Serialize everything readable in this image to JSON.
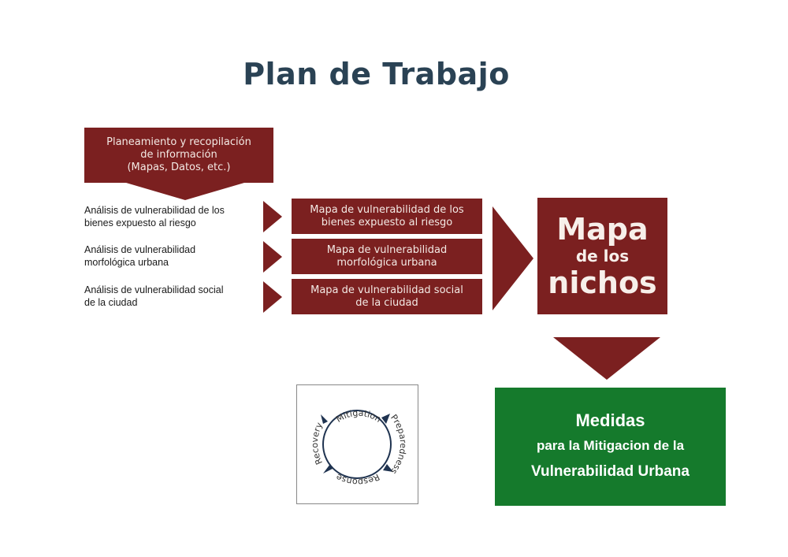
{
  "title": "Plan de Trabajo",
  "top_box": {
    "line1": "Planeamiento y recopilación",
    "line2": "de información",
    "line3": "(Mapas, Datos, etc.)"
  },
  "analyses": [
    {
      "line1": "Análisis de vulnerabilidad de los",
      "line2": "bienes expuesto al riesgo"
    },
    {
      "line1": "Análisis de vulnerabilidad",
      "line2": "morfológica urbana"
    },
    {
      "line1": "Análisis de vulnerabilidad social",
      "line2": "de la ciudad"
    }
  ],
  "maps": [
    {
      "line1": "Mapa de vulnerabilidad de los",
      "line2": "bienes expuesto al riesgo"
    },
    {
      "line1": "Mapa de vulnerabilidad",
      "line2": "morfológica urbana"
    },
    {
      "line1": "Mapa de vulnerabilidad social",
      "line2": "de la ciudad"
    }
  ],
  "nichos": {
    "line1": "Mapa",
    "line2": "de los",
    "line3": "nichos"
  },
  "medidas": {
    "line1": "Medidas",
    "line2": "para la Mitigacion de la",
    "line3": "Vulnerabilidad Urbana"
  },
  "cycle": {
    "top": "Mitigation",
    "right": "Preparedness",
    "bottom": "Response",
    "left": "Recovery"
  },
  "colors": {
    "maroon": "#7b2020",
    "green": "#157a2c",
    "title": "#2a4254",
    "cycle_arrow": "#1f3350"
  }
}
